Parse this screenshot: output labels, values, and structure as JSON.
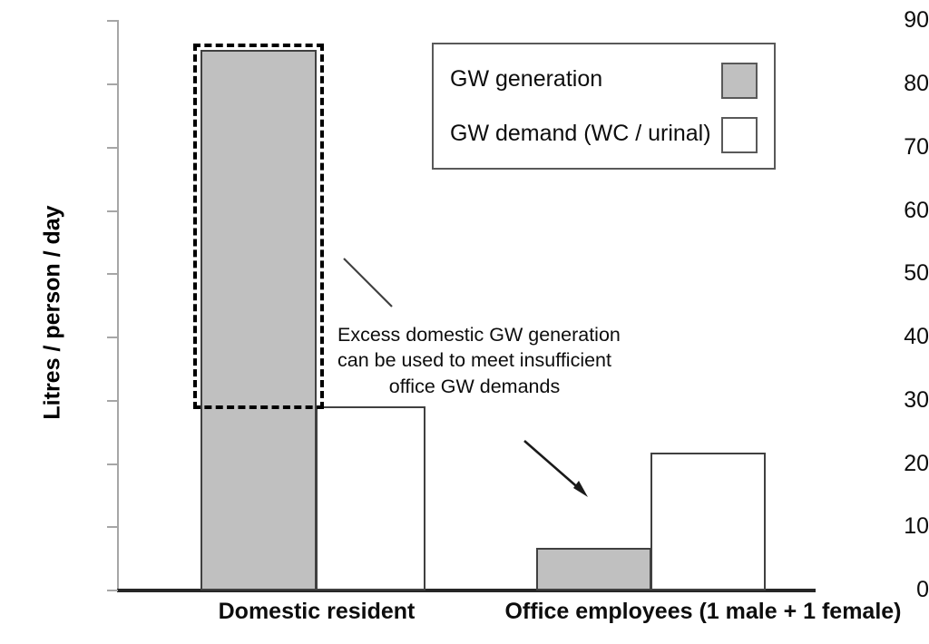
{
  "chart_data": {
    "type": "bar",
    "title": "",
    "xlabel": "",
    "ylabel": "Litres / person / day",
    "ylim": [
      0,
      90
    ],
    "ytick_step": 10,
    "yticks": [
      90,
      80,
      70,
      60,
      50,
      40,
      30,
      20,
      10,
      0
    ],
    "grid": false,
    "legend_position": "top-right",
    "categories": [
      "Domestic resident",
      "Office employees (1 male + 1 female)"
    ],
    "series": [
      {
        "name": "GW generation",
        "color": "#C0C0C0",
        "values": [
          85.3,
          6.5
        ]
      },
      {
        "name": "GW demand (WC / urinal)",
        "color": "#FFFFFF",
        "values": [
          28.8,
          21.6
        ]
      }
    ],
    "annotations": [
      {
        "name": "excess-generation-note",
        "lines": [
          "Excess domestic GW generation",
          "can be used to meet insufficient",
          "office GW demands"
        ],
        "leader_line": "points to domestic GW generation bar",
        "arrow": "points to office employees bars"
      },
      {
        "name": "excess-highlight-box",
        "style": "dashed-rectangle",
        "describes": "domestic GW generation above domestic GW demand level (28.8 to 85.3 L/person/day)"
      }
    ]
  },
  "axis": {
    "y_title": "Litres / person / day",
    "ticks": [
      "90",
      "80",
      "70",
      "60",
      "50",
      "40",
      "30",
      "20",
      "10",
      "0"
    ]
  },
  "legend": {
    "items": [
      {
        "label": "GW generation",
        "swatch": "gray"
      },
      {
        "label": "GW demand (WC / urinal)",
        "swatch": "white"
      }
    ]
  },
  "categories": [
    {
      "label": "Domestic resident"
    },
    {
      "label": "Office employees (1 male + 1 female)"
    }
  ],
  "annotation": {
    "line1": "Excess domestic GW generation",
    "line2": "can be used to meet insufficient",
    "line3": "office GW demands"
  },
  "colors": {
    "generation_fill": "#C0C0C0",
    "demand_fill": "#FFFFFF",
    "bar_stroke": "#404040",
    "axis": "#A6A6A6",
    "baseline": "#262626",
    "dash_highlight": "#000000"
  }
}
